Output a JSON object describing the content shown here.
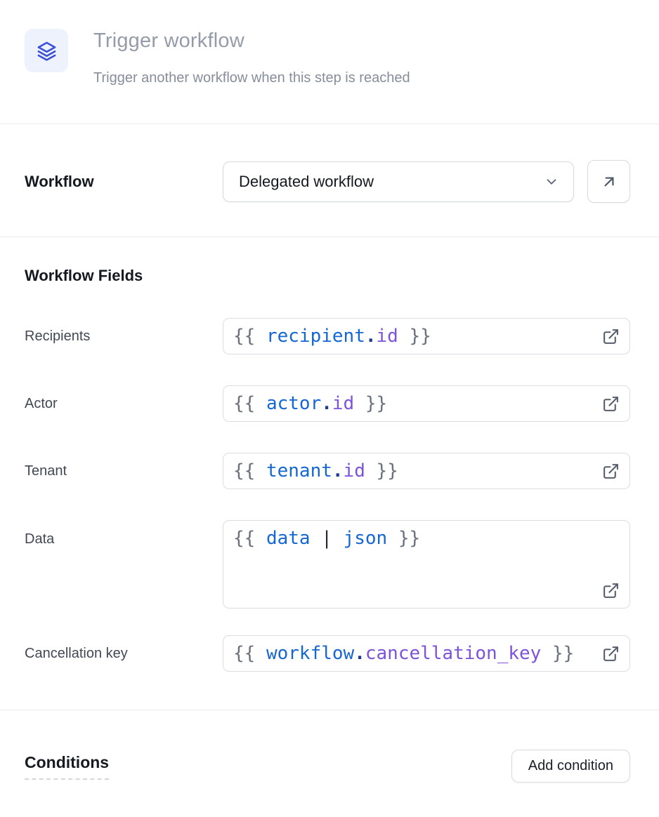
{
  "header": {
    "title": "Trigger workflow",
    "subtitle": "Trigger another workflow when this step is reached",
    "icon": "layers-icon",
    "icon_color": "#3a50d9",
    "icon_bg": "#eef2fd"
  },
  "workflow_selector": {
    "label": "Workflow",
    "selected_value": "Delegated workflow",
    "chevron_icon": "chevron-down-icon",
    "open_button_icon": "arrow-up-right-icon"
  },
  "workflow_fields": {
    "heading": "Workflow Fields",
    "rows": [
      {
        "label": "Recipients",
        "multiline": false,
        "value": "{{ recipient.id }}",
        "tokens": [
          {
            "t": "brace",
            "v": "{{ "
          },
          {
            "t": "variable",
            "v": "recipient"
          },
          {
            "t": "dot",
            "v": "."
          },
          {
            "t": "property",
            "v": "id"
          },
          {
            "t": "brace",
            "v": " }}"
          }
        ]
      },
      {
        "label": "Actor",
        "multiline": false,
        "value": "{{ actor.id }}",
        "tokens": [
          {
            "t": "brace",
            "v": "{{ "
          },
          {
            "t": "variable",
            "v": "actor"
          },
          {
            "t": "dot",
            "v": "."
          },
          {
            "t": "property",
            "v": "id"
          },
          {
            "t": "brace",
            "v": " }}"
          }
        ]
      },
      {
        "label": "Tenant",
        "multiline": false,
        "value": "{{ tenant.id }}",
        "tokens": [
          {
            "t": "brace",
            "v": "{{ "
          },
          {
            "t": "variable",
            "v": "tenant"
          },
          {
            "t": "dot",
            "v": "."
          },
          {
            "t": "property",
            "v": "id"
          },
          {
            "t": "brace",
            "v": " }}"
          }
        ]
      },
      {
        "label": "Data",
        "multiline": true,
        "value": "{{ data | json }}",
        "tokens": [
          {
            "t": "brace",
            "v": "{{ "
          },
          {
            "t": "variable",
            "v": "data"
          },
          {
            "t": "pipe",
            "v": " | "
          },
          {
            "t": "variable",
            "v": "json"
          },
          {
            "t": "brace",
            "v": " }}"
          }
        ]
      },
      {
        "label": "Cancellation key",
        "multiline": false,
        "value": "{{ workflow.cancellation_key }}",
        "tokens": [
          {
            "t": "brace",
            "v": "{{ "
          },
          {
            "t": "variable",
            "v": "workflow"
          },
          {
            "t": "dot",
            "v": "."
          },
          {
            "t": "property",
            "v": "cancellation_key"
          },
          {
            "t": "brace",
            "v": " }}"
          }
        ]
      }
    ],
    "row_action_icon": "external-link-icon"
  },
  "conditions": {
    "heading": "Conditions",
    "add_button_label": "Add condition"
  },
  "code_colors": {
    "brace": "#6a717d",
    "variable": "#1567d3",
    "dot": "#1e3a8a",
    "property": "#7d53d9",
    "pipe": "#24292f"
  }
}
